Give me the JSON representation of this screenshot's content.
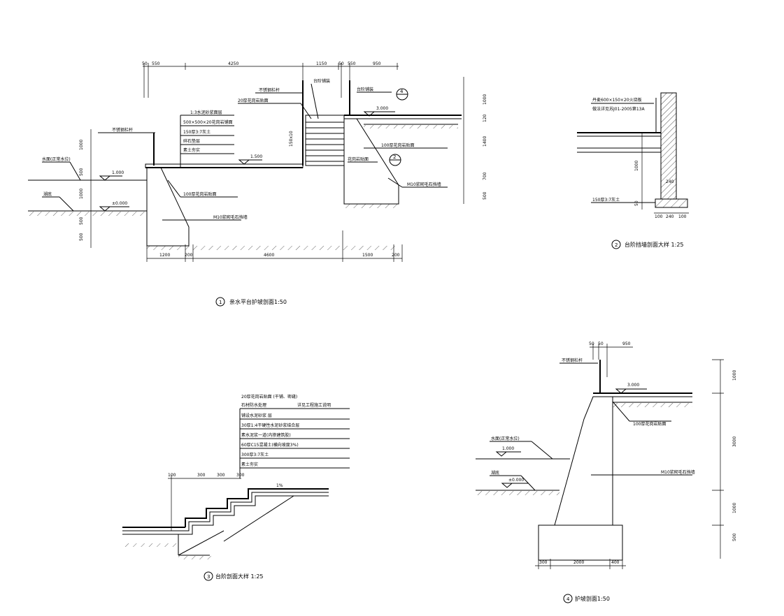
{
  "drawings": {
    "d1": {
      "number": "1",
      "title": "亲水平台护坡剖面1:50",
      "top_dims": [
        "50",
        "550",
        "4250",
        "1150",
        "50",
        "550",
        "950"
      ],
      "bottom_dims": [
        "1200",
        "200",
        "4600",
        "1500",
        "200"
      ],
      "left_dims": [
        "1000",
        "500",
        "1000",
        "500",
        "500"
      ],
      "right_dims": [
        "1000",
        "120",
        "1400",
        "700",
        "500"
      ],
      "elevations": [
        "1.000",
        "±0.000",
        "1.500",
        "3.000"
      ],
      "stair_height": "150x10",
      "labels": [
        "不锈钢栏杆",
        "水面(正常水位)",
        "湖底",
        "1:3水泥砂浆面层",
        "500×500×20花岗岩铺面",
        "150厚3:7灰土",
        "碎石垫层",
        "素土夯实",
        "100厚花岗岩贴面",
        "M10浆砌毛石挡墙",
        "20厚花岗岩贴面",
        "不锈钢栏杆",
        "台阶铺装",
        "台阶铺装",
        "100厚花岗岩贴面",
        "M10浆砌毛石挡墙",
        "花岗岩贴面"
      ],
      "callouts": [
        "4",
        "2"
      ]
    },
    "d2": {
      "number": "2",
      "title": "台阶挡墙剖面大样 1:25",
      "labels": [
        "丹麦600×150×20火烧板",
        "做法详见苏J01-2005第13A",
        "150厚3:7灰土"
      ],
      "dims": [
        "1000",
        "240",
        "100",
        "240",
        "100",
        "50"
      ]
    },
    "d3": {
      "number": "3",
      "title": "台阶剖面大样 1:25",
      "layers": [
        "20厚花岗岩贴面 (干铺、密缝)",
        "石材防水处理",
        "铺设水泥砂浆 层",
        "30厚1:4干硬性水泥砂浆结合层",
        "素水泥浆一道(内掺建筑胶)",
        "60厚C15混凝土(横向坡度3%)",
        "300厚3:7灰土",
        "素土夯实"
      ],
      "layer_note": "详见工程施工说明",
      "dims": [
        "100",
        "300",
        "300",
        "300"
      ],
      "slope": "1%"
    },
    "d4": {
      "number": "4",
      "title": "护坡剖面1:50",
      "top_dims": [
        "50",
        "50",
        "950"
      ],
      "bottom_dims": [
        "300",
        "2000",
        "400"
      ],
      "right_dims": [
        "1000",
        "3000",
        "1000",
        "500"
      ],
      "elevations": [
        "3.000",
        "1.000",
        "±0.000"
      ],
      "labels": [
        "不锈钢栏杆",
        "水面(正常水位)",
        "湖底",
        "100厚花岗岩贴面",
        "M10浆砌毛石挡墙"
      ]
    }
  }
}
